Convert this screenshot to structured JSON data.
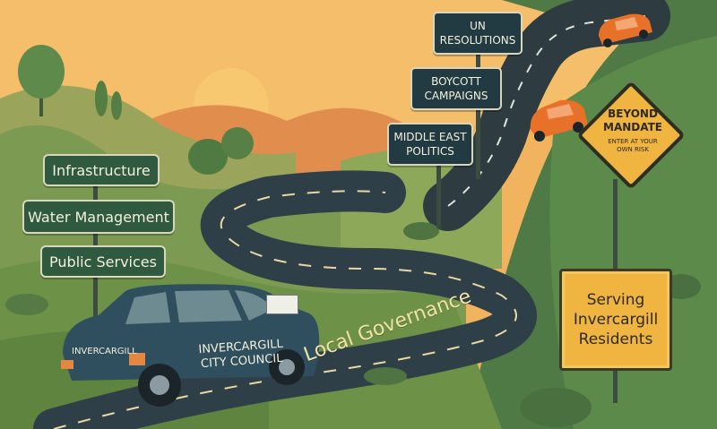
{
  "signs": {
    "left": [
      {
        "label": "Infrastructure"
      },
      {
        "label": "Water Management"
      },
      {
        "label": "Public Services"
      }
    ],
    "middle": [
      {
        "label": "UN Resolutions"
      },
      {
        "label": "Boycott Campaigns"
      },
      {
        "label": "Middle East Politics"
      }
    ]
  },
  "warning_sign": {
    "title": "Beyond Mandate",
    "subtitle": "Enter at your own risk"
  },
  "residents_sign": {
    "line1": "Serving",
    "line2": "Invercargill",
    "line3": "Residents"
  },
  "road_label": "Local Governance",
  "car": {
    "plate_text": "Invercargill",
    "door_line1": "Invercargill",
    "door_line2": "City Council"
  },
  "colors": {
    "sky": "#f2b35e",
    "sun": "#f7c26a",
    "hills_far": "#e6944f",
    "hills_green": "#6f8f4c",
    "road": "#2f3f48",
    "green_sign": "#2f5a3f",
    "dark_sign": "#223b42",
    "yellow_sign": "#f0b440",
    "car_body": "#2f4f5e",
    "orange_car": "#e8712a"
  }
}
